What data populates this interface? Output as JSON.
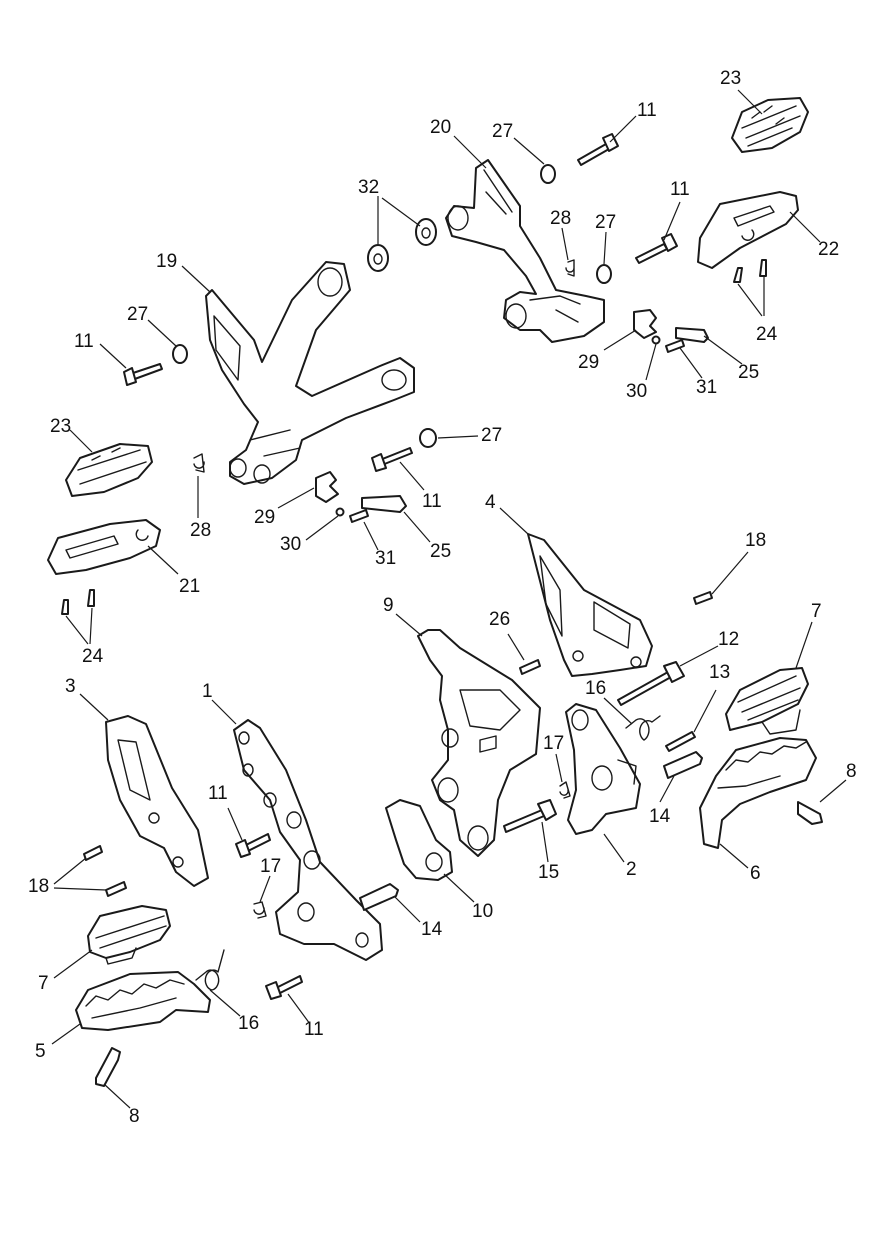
{
  "diagram": {
    "callouts": [
      {
        "id": "c-23-top",
        "label": "23"
      },
      {
        "id": "c-11-a",
        "label": "11"
      },
      {
        "id": "c-20",
        "label": "20"
      },
      {
        "id": "c-27-a",
        "label": "27"
      },
      {
        "id": "c-32",
        "label": "32"
      },
      {
        "id": "c-11-b",
        "label": "11"
      },
      {
        "id": "c-28-a",
        "label": "28"
      },
      {
        "id": "c-27-b",
        "label": "27"
      },
      {
        "id": "c-22",
        "label": "22"
      },
      {
        "id": "c-19",
        "label": "19"
      },
      {
        "id": "c-24-a",
        "label": "24"
      },
      {
        "id": "c-27-c",
        "label": "27"
      },
      {
        "id": "c-11-c",
        "label": "11"
      },
      {
        "id": "c-29-a",
        "label": "29"
      },
      {
        "id": "c-25-a",
        "label": "25"
      },
      {
        "id": "c-30-a",
        "label": "30"
      },
      {
        "id": "c-31-a",
        "label": "31"
      },
      {
        "id": "c-23-left",
        "label": "23"
      },
      {
        "id": "c-27-d",
        "label": "27"
      },
      {
        "id": "c-11-d",
        "label": "11"
      },
      {
        "id": "c-28-b",
        "label": "28"
      },
      {
        "id": "c-29-b",
        "label": "29"
      },
      {
        "id": "c-30-b",
        "label": "30"
      },
      {
        "id": "c-25-b",
        "label": "25"
      },
      {
        "id": "c-31-b",
        "label": "31"
      },
      {
        "id": "c-4",
        "label": "4"
      },
      {
        "id": "c-18-a",
        "label": "18"
      },
      {
        "id": "c-21",
        "label": "21"
      },
      {
        "id": "c-24-b",
        "label": "24"
      },
      {
        "id": "c-9",
        "label": "9"
      },
      {
        "id": "c-26",
        "label": "26"
      },
      {
        "id": "c-12",
        "label": "12"
      },
      {
        "id": "c-7-a",
        "label": "7"
      },
      {
        "id": "c-3",
        "label": "3"
      },
      {
        "id": "c-1",
        "label": "1"
      },
      {
        "id": "c-16-a",
        "label": "16"
      },
      {
        "id": "c-13",
        "label": "13"
      },
      {
        "id": "c-17-a",
        "label": "17"
      },
      {
        "id": "c-8-a",
        "label": "8"
      },
      {
        "id": "c-11-e",
        "label": "11"
      },
      {
        "id": "c-14-a",
        "label": "14"
      },
      {
        "id": "c-17-b",
        "label": "17"
      },
      {
        "id": "c-15",
        "label": "15"
      },
      {
        "id": "c-2",
        "label": "2"
      },
      {
        "id": "c-6",
        "label": "6"
      },
      {
        "id": "c-18-b",
        "label": "18"
      },
      {
        "id": "c-10",
        "label": "10"
      },
      {
        "id": "c-14-b",
        "label": "14"
      },
      {
        "id": "c-7-b",
        "label": "7"
      },
      {
        "id": "c-16-b",
        "label": "16"
      },
      {
        "id": "c-11-f",
        "label": "11"
      },
      {
        "id": "c-5",
        "label": "5"
      },
      {
        "id": "c-8-b",
        "label": "8"
      }
    ]
  }
}
